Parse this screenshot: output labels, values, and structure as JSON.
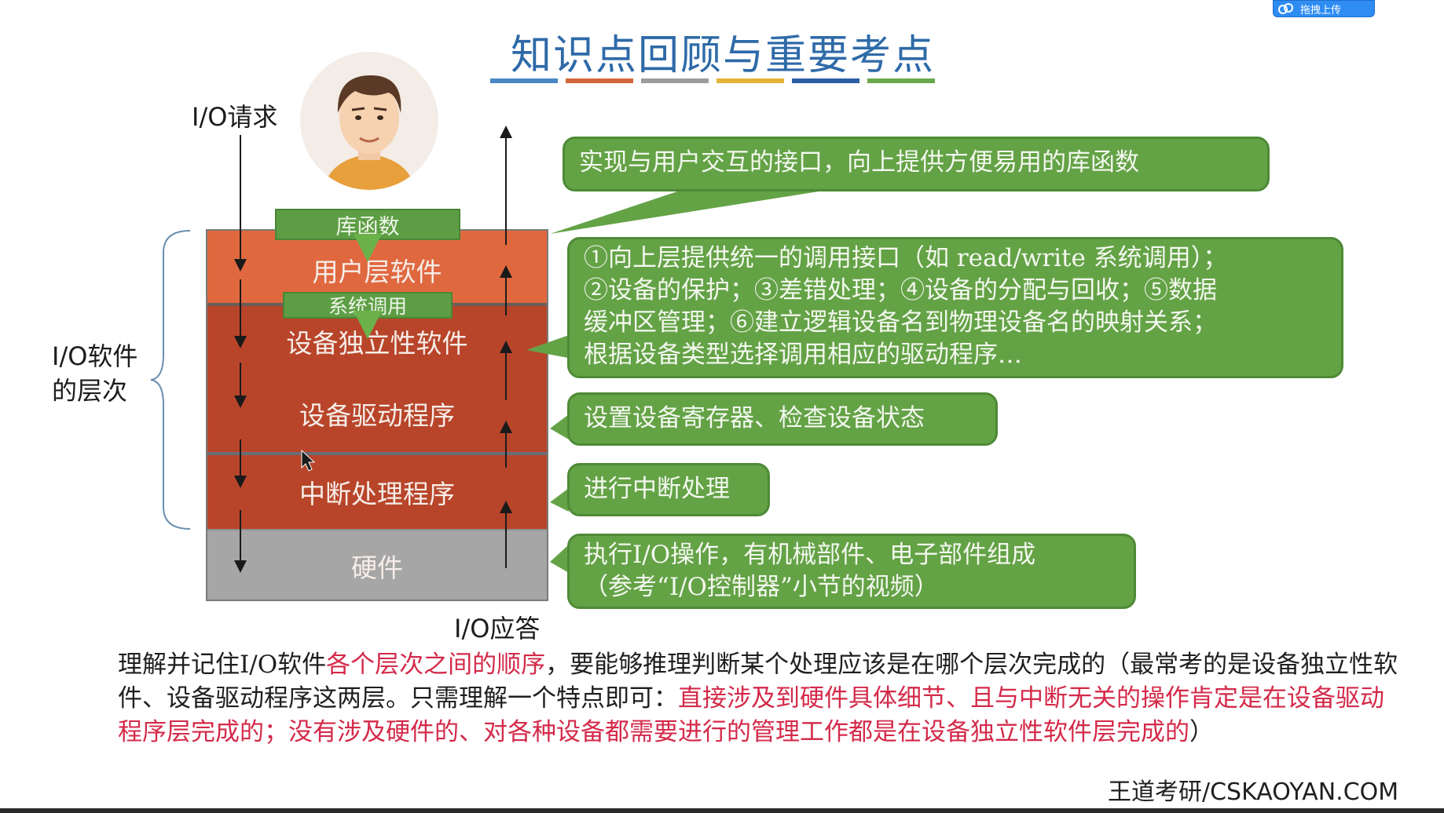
{
  "upload_widget": {
    "label": "拖拽上传",
    "icon": "cloud-upload-icon"
  },
  "title": "知识点回顾与重要考点",
  "title_bar_colors": [
    "#4a87c4",
    "#d3663c",
    "#9c9c9c",
    "#e2b43a",
    "#2c5ea2",
    "#6aa84f"
  ],
  "labels": {
    "io_request": "I/O请求",
    "io_response": "I/O应答",
    "hierarchy": [
      "I/O软件",
      "的层次"
    ]
  },
  "stack": {
    "tag_library": "库函数",
    "tag_syscall": "系统调用",
    "layers": [
      {
        "name": "用户层软件",
        "color": "#e0683f"
      },
      {
        "name": "设备独立性软件",
        "color": "#b8452a"
      },
      {
        "name": "设备驱动程序",
        "color": "#b8452a"
      },
      {
        "name": "中断处理程序",
        "color": "#b8452a"
      },
      {
        "name": "硬件",
        "color": "#a6a6a6"
      }
    ]
  },
  "callouts": {
    "user_layer": [
      "实现与用户交互的接口，向上提供方便易用的库函数"
    ],
    "device_independent": [
      "①向上层提供统一的调用接口（如 read/write 系统调用）；",
      "②设备的保护；③差错处理；④设备的分配与回收；⑤数据",
      "缓冲区管理；⑥建立逻辑设备名到物理设备名的映射关系；",
      "根据设备类型选择调用相应的驱动程序…"
    ],
    "driver": [
      "设置设备寄存器、检查设备状态"
    ],
    "interrupt": [
      "进行中断处理"
    ],
    "hardware": [
      "执行I/O操作，有机械部件、电子部件组成",
      "（参考“I/O控制器”小节的视频）"
    ]
  },
  "paragraph": {
    "p1": "理解并记住I/O软件",
    "p1_hl": "各个层次之间的顺序",
    "p2": "，要能够推理判断某个处理应该是在哪个层次完成的（最常考的是设备独立性软件、设备驱动程序这两层。只需理解一个特点即可：",
    "p2_hl": "直接涉及到硬件具体细节、且与中断无关的操作肯定是在设备驱动程序层完成的；没有涉及硬件的、对各种设备都需要进行的管理工作都是在设备独立性软件层完成的",
    "p3": "）"
  },
  "brand": "王道考研/CSKAOYAN.COM"
}
